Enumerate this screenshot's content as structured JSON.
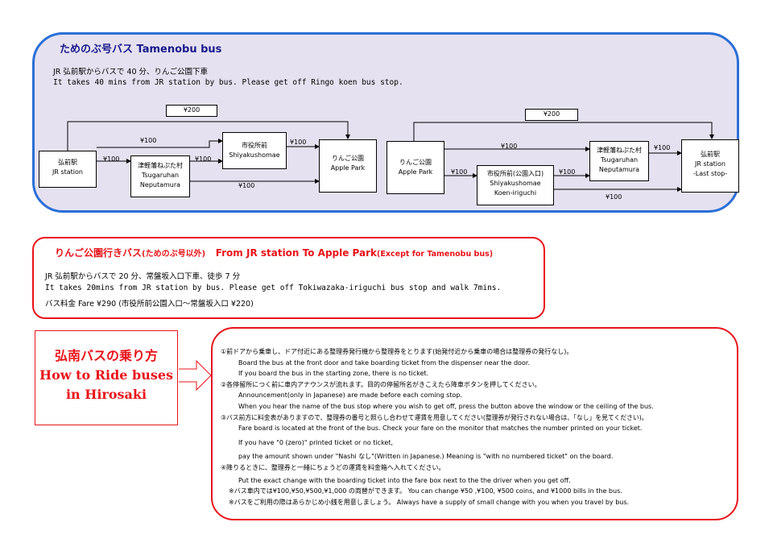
{
  "tamenobu": {
    "title": "ためのぶ号バス Tamenobu bus",
    "line1": "JR 弘前駅からバスで 40 分、りんご公園下車",
    "line2": "It takes 40 mins from JR station by bus.  Please get off Ringo koen bus stop.",
    "left_route": {
      "top_fare": "¥200",
      "start_jp": "弘前駅",
      "start_en": "JR station",
      "tsugaru_jp": "津軽藩ねぷた村",
      "tsugaru_en1": "Tsugaruhan",
      "tsugaru_en2": "Neputamura",
      "shiyaku_jp": "市役所前",
      "shiyaku_en": "Shiyakushomae",
      "dest_jp": "りんご公園",
      "dest_en": "Apple Park",
      "f1": "¥100",
      "f2": "¥100",
      "f3": "¥100",
      "f4": "¥100",
      "f5": "¥100"
    },
    "right_route": {
      "top_fare": "¥200",
      "start_jp": "りんご公園",
      "start_en": "Apple Park",
      "koen_jp": "市役所前(公園入口)",
      "koen_en1": "Shiyakushomae",
      "koen_en2": "Koen-iriguchi",
      "tsugaru_jp": "津軽藩ねぷた村",
      "tsugaru_en1": "Tsugaruhan",
      "tsugaru_en2": "Neputamura",
      "dest_jp": "弘前駅",
      "dest_en1": "JR station",
      "dest_en2": "-Last stop-",
      "f1": "¥100",
      "f2": "¥100",
      "f3": "¥100",
      "f4": "¥100",
      "f5": "¥100"
    }
  },
  "applepark": {
    "title_jp": "りんご公園行きバス",
    "title_paren": "(ためのぶ号以外)",
    "title_en": "From JR station To Apple Park",
    "title_en_paren": "(Except for Tamenobu bus)",
    "line1": "JR 弘前駅からバスで 20 分、常盤坂入口下車、徒歩 7 分",
    "line2": "It takes 20mins from JR station by bus.   Please get off Tokiwazaka-iriguchi bus stop and walk 7mins.",
    "line3": "バス料金  Fare  ¥290 (市役所前公園入口～常盤坂入口  ¥220)"
  },
  "howto": {
    "title1": "弘南バスの乗り方",
    "title2": "How to Ride buses",
    "title3": "in Hirosaki",
    "steps": [
      "①前ドアから乗車し、ドア付近にある整理券発行機から整理券をとります(始発付近から乗車の場合は整理券の発行なし)。",
      "Board the bus at the front door and take boarding ticket from the dispenser near the door.",
      "If you board the bus in the starting zone, there is no ticket.",
      "②各停留所につく前に車内アナウンスが流れます。目的の停留所名がきこえたら降車ボタンを押してください。",
      "Announcement(only in Japanese) are made before each coming stop.",
      "When you hear the name of the bus stop where you wish to get off, press the button above the window or the ceiling of the bus.",
      "③バス前方に料金表がありますので、整理券の番号と照らし合わせて運賃を用意してください(整理券が発行されない場合は、「なし」を見てください)。",
      "Fare board is located at the front of the bus. Check your fare on the monitor that matches the number   printed on your ticket.",
      "If you have   \"0 (zero)\" printed ticket or no ticket,",
      "pay the amount shown under \"Nashi  なし\"(Written in Japanese.) Meaning is \"with no numbered ticket\" on the board.",
      "④降りるときに、整理券と一緒にちょうどの運賃を料金箱へ入れてください。",
      "Put  the exact change with the boarding ticket into the fare box next to the the driver when you get off.",
      "※バス車内では¥100,¥50,¥500,¥1,000 の両替ができます。 You can change   ¥50 ,¥100, ¥500 coins, and ¥1000 bills in the bus.",
      "※バスをご利用の際はあらかじめ小銭を用意しましょう。 Always have a supply of small change with you when you travel by bus."
    ]
  }
}
